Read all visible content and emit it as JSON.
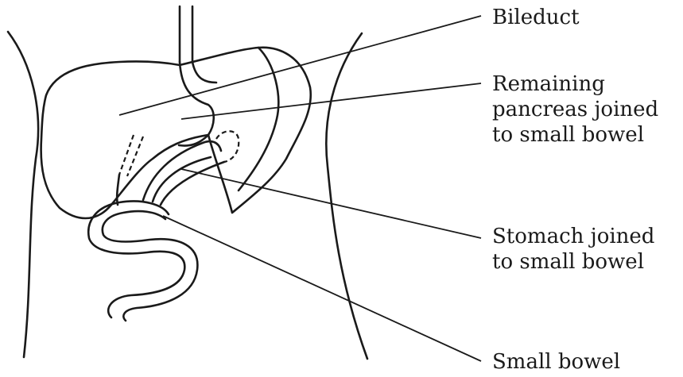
{
  "labels": {
    "bileduct": "Bileduct",
    "pancreas_line1": "Remaining",
    "pancreas_line2": "pancreas joined",
    "pancreas_line3": "to small bowel",
    "stomach_line1": "Stomach joined",
    "stomach_line2": "to small bowel",
    "small_bowel": "Small bowel"
  },
  "style": {
    "line_color": "#1a1a1a",
    "background": "#ffffff"
  }
}
